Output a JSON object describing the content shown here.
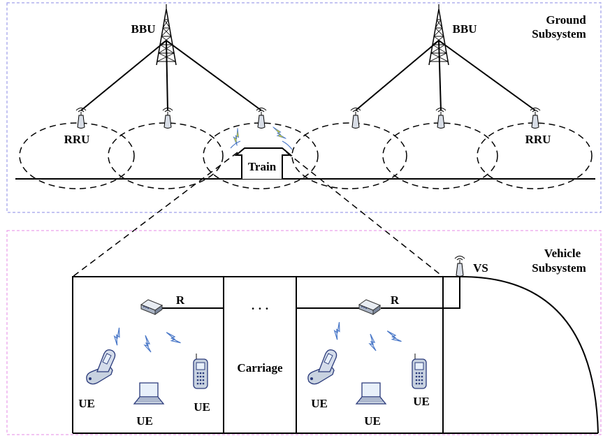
{
  "ground": {
    "title_line1": "Ground",
    "title_line2": "Subsystem",
    "bbu_left": "BBU",
    "bbu_right": "BBU",
    "rru_left": "RRU",
    "rru_right": "RRU",
    "train": "Train"
  },
  "vehicle": {
    "title_line1": "Vehicle",
    "title_line2": "Subsystem",
    "vs": "VS",
    "router_left": "R",
    "router_right": "R",
    "ellipsis": "· · ·",
    "carriage": "Carriage",
    "ue_labels": [
      "UE",
      "UE",
      "UE",
      "UE",
      "UE",
      "UE"
    ]
  },
  "colors": {
    "ground_border": "#8a8ae6",
    "vehicle_border": "#e68ae6",
    "wireless_blue": "#4a78c8",
    "signal_yellow": "#f2e600",
    "device_gray": "#c8d2e0",
    "device_blue": "#2a3a7a"
  },
  "icons": [
    "tower-icon",
    "rru-antenna-icon",
    "router-icon",
    "phone-icon",
    "laptop-icon",
    "flip-phone-icon",
    "lightning-signal-icon"
  ]
}
